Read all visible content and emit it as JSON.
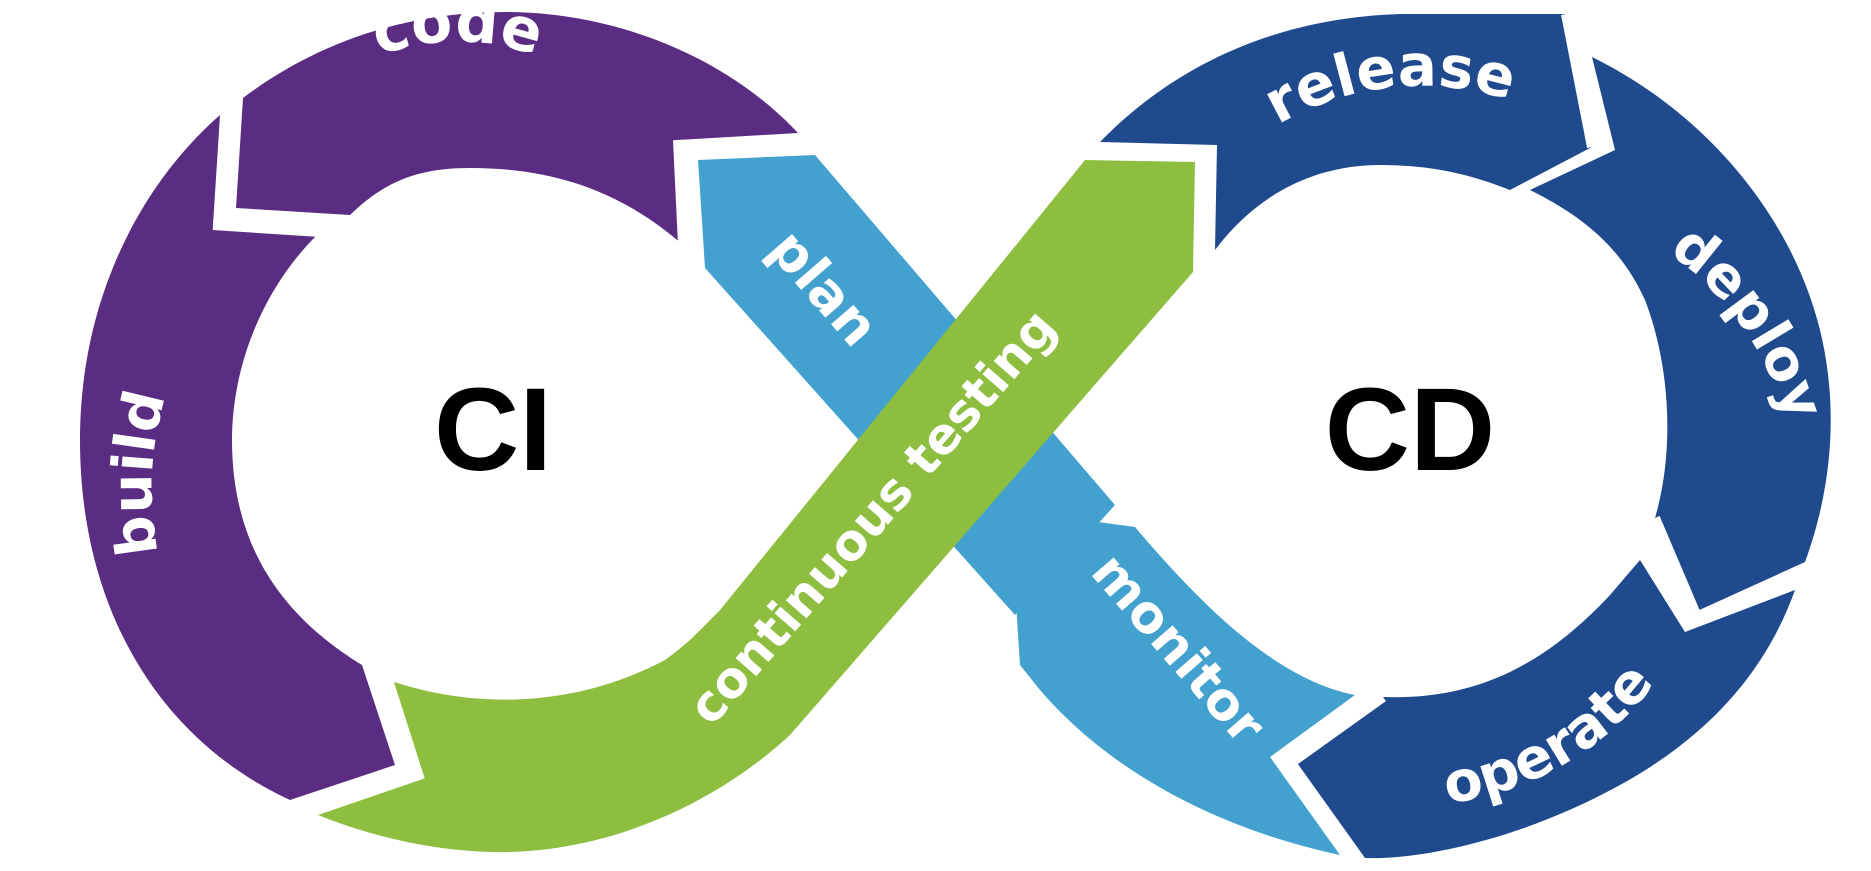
{
  "center_labels": {
    "left": "CI",
    "right": "CD"
  },
  "segments": {
    "plan": "plan",
    "code": "code",
    "build": "build",
    "continuous_testing": "continuous testing",
    "release": "release",
    "deploy": "deploy",
    "operate": "operate",
    "monitor": "monitor"
  },
  "colors": {
    "purple": "#5a2d82",
    "light_blue": "#42a1cf",
    "green": "#8dbe3f",
    "dark_blue": "#1f4a8d",
    "separator": "#ffffff",
    "text_on_segment": "#ffffff",
    "center_text": "#000000"
  }
}
